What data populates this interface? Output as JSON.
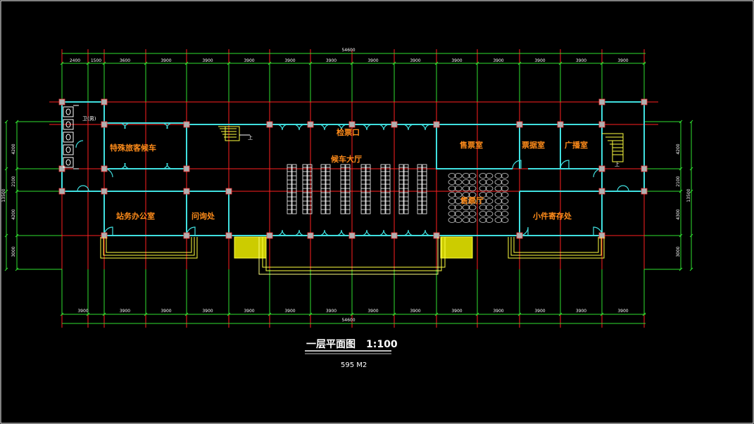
{
  "drawing": {
    "title": "一层平面图",
    "scale": "1:100",
    "area": "595 M2",
    "overall_dimension": "54600",
    "top_dimensions": [
      "2400",
      "1500",
      "3600",
      "3900",
      "3900",
      "3900",
      "3900",
      "3900",
      "3900",
      "3900",
      "3900",
      "3900",
      "3900",
      "3900",
      "3900",
      "3900"
    ],
    "bottom_dimensions": [
      "3900",
      "3900",
      "3900",
      "3900",
      "3900",
      "3900",
      "3900",
      "3900",
      "3900",
      "3900",
      "3900",
      "3900",
      "3900",
      "3900"
    ],
    "left_dimensions": [
      "4200",
      "2100",
      "4200",
      "3000"
    ],
    "left_total": "13500",
    "right_dimensions": [
      "4200",
      "2100",
      "4300",
      "3000"
    ],
    "right_total": "13500",
    "rooms": {
      "toilet": "卫(男)",
      "r1": "特殊旅客候车",
      "r2": "检票口",
      "r3": "候车大厅",
      "r4": "售票室",
      "r5": "票据室",
      "r6": "广播室",
      "r7": "站务办公室",
      "r8": "问询处",
      "r9": "售票厅",
      "r10": "小件寄存处"
    },
    "stair_up": "上"
  }
}
